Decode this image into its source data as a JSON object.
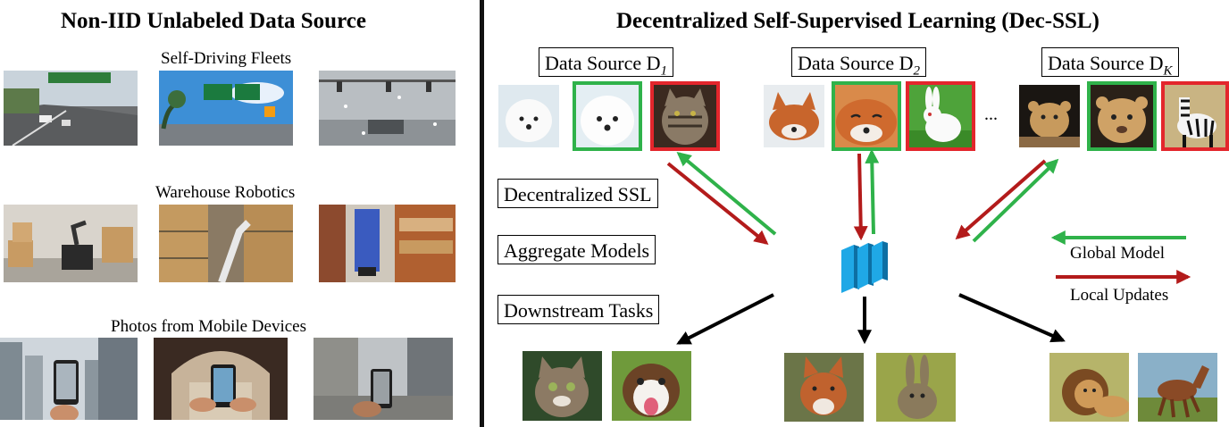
{
  "left": {
    "title": "Non-IID Unlabeled Data Source",
    "groups": [
      {
        "caption": "Self-Driving Fleets",
        "images": [
          "highway-photo",
          "city-road-signs-photo",
          "snowy-intersection-photo"
        ]
      },
      {
        "caption": "Warehouse Robotics",
        "images": [
          "robot-arm-boxes-photo",
          "warehouse-aisle-photo",
          "shelf-robot-photo"
        ]
      },
      {
        "caption": "Photos from Mobile Devices",
        "images": [
          "phone-skyscrapers-photo",
          "phone-archway-photo",
          "phone-street-photo"
        ]
      }
    ]
  },
  "right": {
    "title": "Decentralized Self-Supervised Learning (Dec-SSL)",
    "sources": [
      {
        "label": "Data Source D",
        "subscript": "1",
        "images": [
          "white-puppy-photo",
          "white-puppy-augmented-photo",
          "tabby-cat-photo"
        ]
      },
      {
        "label": "Data Source D",
        "subscript": "2",
        "images": [
          "fox-photo",
          "fox-augmented-photo",
          "rabbit-photo"
        ]
      },
      {
        "label": "Data Source D",
        "subscript": "K",
        "images": [
          "lion-cub-photo",
          "lion-cub-augmented-photo",
          "zebra-photo"
        ]
      }
    ],
    "ellipsis": "...",
    "steps": [
      "Decentralized SSL",
      "Aggregate Models",
      "Downstream Tasks"
    ],
    "legend": {
      "global": "Global Model",
      "local": "Local Updates"
    },
    "colors": {
      "green": "#2fb24a",
      "red": "#b31b1b",
      "arrow_black": "#000000",
      "model_blue": "#1fa8e6"
    },
    "downstream_images": [
      "cat-photo",
      "dog-photo",
      "fox-downstream-photo",
      "hare-photo",
      "lion-photo",
      "horse-photo"
    ]
  }
}
